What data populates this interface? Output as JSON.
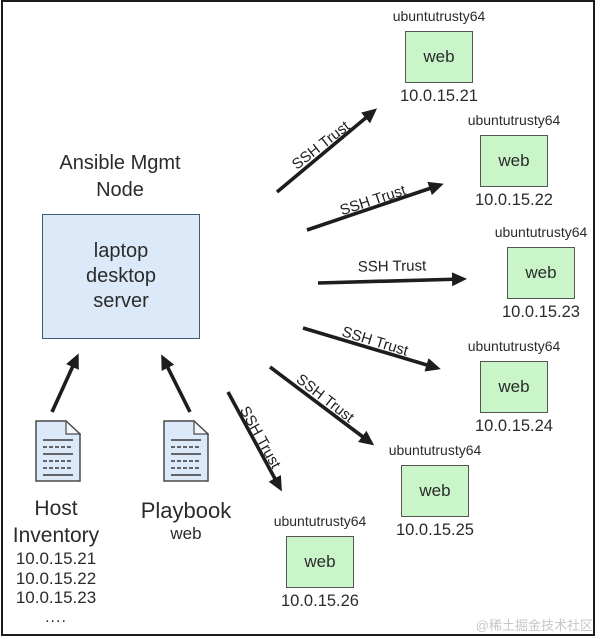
{
  "diagram": {
    "title_line1": "Ansible Mgmt",
    "title_line2": "Node",
    "mgmt_node": {
      "lines": [
        "laptop",
        "desktop",
        "server"
      ]
    },
    "ssh_trust_label": "SSH Trust",
    "nodes": [
      {
        "name": "ubuntutrusty64",
        "service": "web",
        "ip": "10.0.15.21"
      },
      {
        "name": "ubuntutrusty64",
        "service": "web",
        "ip": "10.0.15.22"
      },
      {
        "name": "ubuntutrusty64",
        "service": "web",
        "ip": "10.0.15.23"
      },
      {
        "name": "ubuntutrusty64",
        "service": "web",
        "ip": "10.0.15.24"
      },
      {
        "name": "ubuntutrusty64",
        "service": "web",
        "ip": "10.0.15.25"
      },
      {
        "name": "ubuntutrusty64",
        "service": "web",
        "ip": "10.0.15.26"
      }
    ],
    "host_inventory": {
      "title_line1": "Host",
      "title_line2": "Inventory",
      "ips": [
        "10.0.15.21",
        "10.0.15.22",
        "10.0.15.23"
      ],
      "ellipsis": "...."
    },
    "playbook": {
      "title": "Playbook",
      "subtitle": "web"
    },
    "watermark": "@稀土掘金技术社区",
    "colors": {
      "node_fill": "#c9f5c9",
      "node_border": "#555555",
      "mgmt_fill": "#dce9f8",
      "mgmt_border": "#41597a",
      "arrow": "#1d1d1d",
      "text": "#2b2b2b",
      "watermark": "#c6c6c6"
    }
  }
}
